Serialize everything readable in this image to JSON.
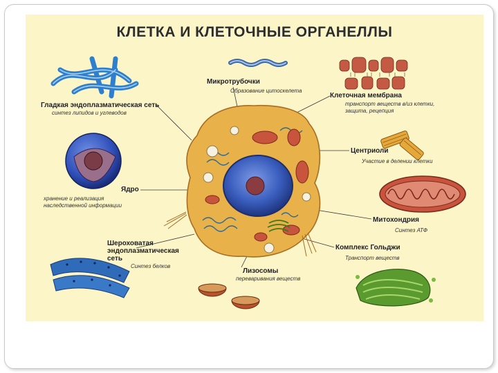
{
  "title": "КЛЕТКА И КЛЕТОЧНЫЕ ОРГАНЕЛЛЫ",
  "labels": {
    "microtubules": {
      "name": "Микротрубочки",
      "desc": "Образование цитоскелета"
    },
    "smooth_er": {
      "name": "Гладкая эндоплазматическая сеть",
      "desc": "синтез липидов и углеводов"
    },
    "membrane": {
      "name": "Клеточная мембрана",
      "desc1": "транспорт веществ в/из клетки,",
      "desc2": "защита, рецепция"
    },
    "centrioles": {
      "name": "Центриоли",
      "desc": "Участие в делении клетки"
    },
    "nucleus": {
      "name": "Ядро",
      "desc1": "хранение и реализация",
      "desc2": "наследственной информации"
    },
    "mitochondria": {
      "name": "Митохондрия",
      "desc": "Синтез АТФ"
    },
    "rough_er": {
      "name1": "Шероховатая",
      "name2": "эндоплазматическая",
      "name3": "сеть",
      "desc": "Синтез белков"
    },
    "golgi": {
      "name": "Комплекс Гольджи",
      "desc": "Транспорт веществ"
    },
    "lysosomes": {
      "name": "Лизосомы",
      "desc": "переваривания веществ"
    }
  },
  "colors": {
    "poster_bg": "#fbf5c8",
    "cytoplasm": "#e8b14a",
    "nucleus": "#3b5fbf",
    "mitochondria": "#c9543e",
    "smooth_er": "#3d8ed8",
    "golgi": "#5a9a2e"
  }
}
